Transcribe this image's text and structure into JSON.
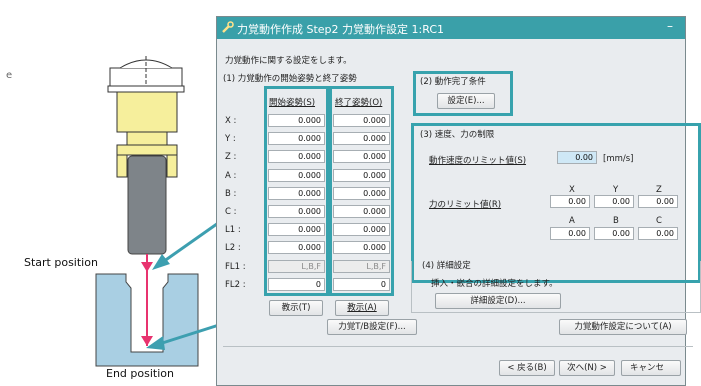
{
  "illustration": {
    "corner_letter": "e",
    "start_label": "Start position",
    "end_label": "End position"
  },
  "dialog": {
    "title": "力覚動作作成 Step2 力覚動作設定 1:RC1",
    "minimize_glyph": "–",
    "intro": "力覚動作に関する設定をします。",
    "section1": {
      "title": "(1) 力覚動作の開始姿勢と終了姿勢",
      "col_start": "開始姿勢(S)",
      "col_end": "終了姿勢(O)",
      "rows": [
        {
          "label": "X :",
          "start": "0.000",
          "end": "0.000"
        },
        {
          "label": "Y :",
          "start": "0.000",
          "end": "0.000"
        },
        {
          "label": "Z :",
          "start": "0.000",
          "end": "0.000"
        },
        {
          "label": "A :",
          "start": "0.000",
          "end": "0.000"
        },
        {
          "label": "B :",
          "start": "0.000",
          "end": "0.000"
        },
        {
          "label": "C :",
          "start": "0.000",
          "end": "0.000"
        },
        {
          "label": "L1 :",
          "start": "0.000",
          "end": "0.000"
        },
        {
          "label": "L2 :",
          "start": "0.000",
          "end": "0.000"
        },
        {
          "label": "FL1 :",
          "start": "L,B,F",
          "end": "L,B,F"
        },
        {
          "label": "FL2 :",
          "start": "0",
          "end": "0"
        }
      ],
      "teach_start": "教示(T)",
      "teach_end": "教示(A)",
      "force_trigger": "力覚T/B設定(F)..."
    },
    "section2": {
      "title": "(2) 動作完了条件",
      "settings_button": "設定(E)..."
    },
    "section3": {
      "title": "(3) 速度、力の制限",
      "speed_label": "動作速度のリミット値(S)",
      "speed_value": "0.00",
      "speed_unit": "[mm/s]",
      "force_label": "力のリミット値(R)",
      "head_x": "X",
      "head_y": "Y",
      "head_z": "Z",
      "head_a": "A",
      "head_b": "B",
      "head_c": "C",
      "fx": "0.00",
      "fy": "0.00",
      "fz": "0.00",
      "fa": "0.00",
      "fb": "0.00",
      "fc": "0.00"
    },
    "section4": {
      "title": "(4) 詳細設定",
      "desc": "挿入・嵌合の詳細設定をします。",
      "detail_button": "詳細設定(D)..."
    },
    "force_motion_about": "力覚動作設定について(A)",
    "back_button": "< 戻る(B)",
    "next_button": "次へ(N) >",
    "cancel_button": "キャンセ"
  },
  "colors": {
    "accent": "#37a2ad",
    "title_bar": "#3aa0a9",
    "path_marker": "#e8336f",
    "arrow": "#3d9fb0"
  }
}
